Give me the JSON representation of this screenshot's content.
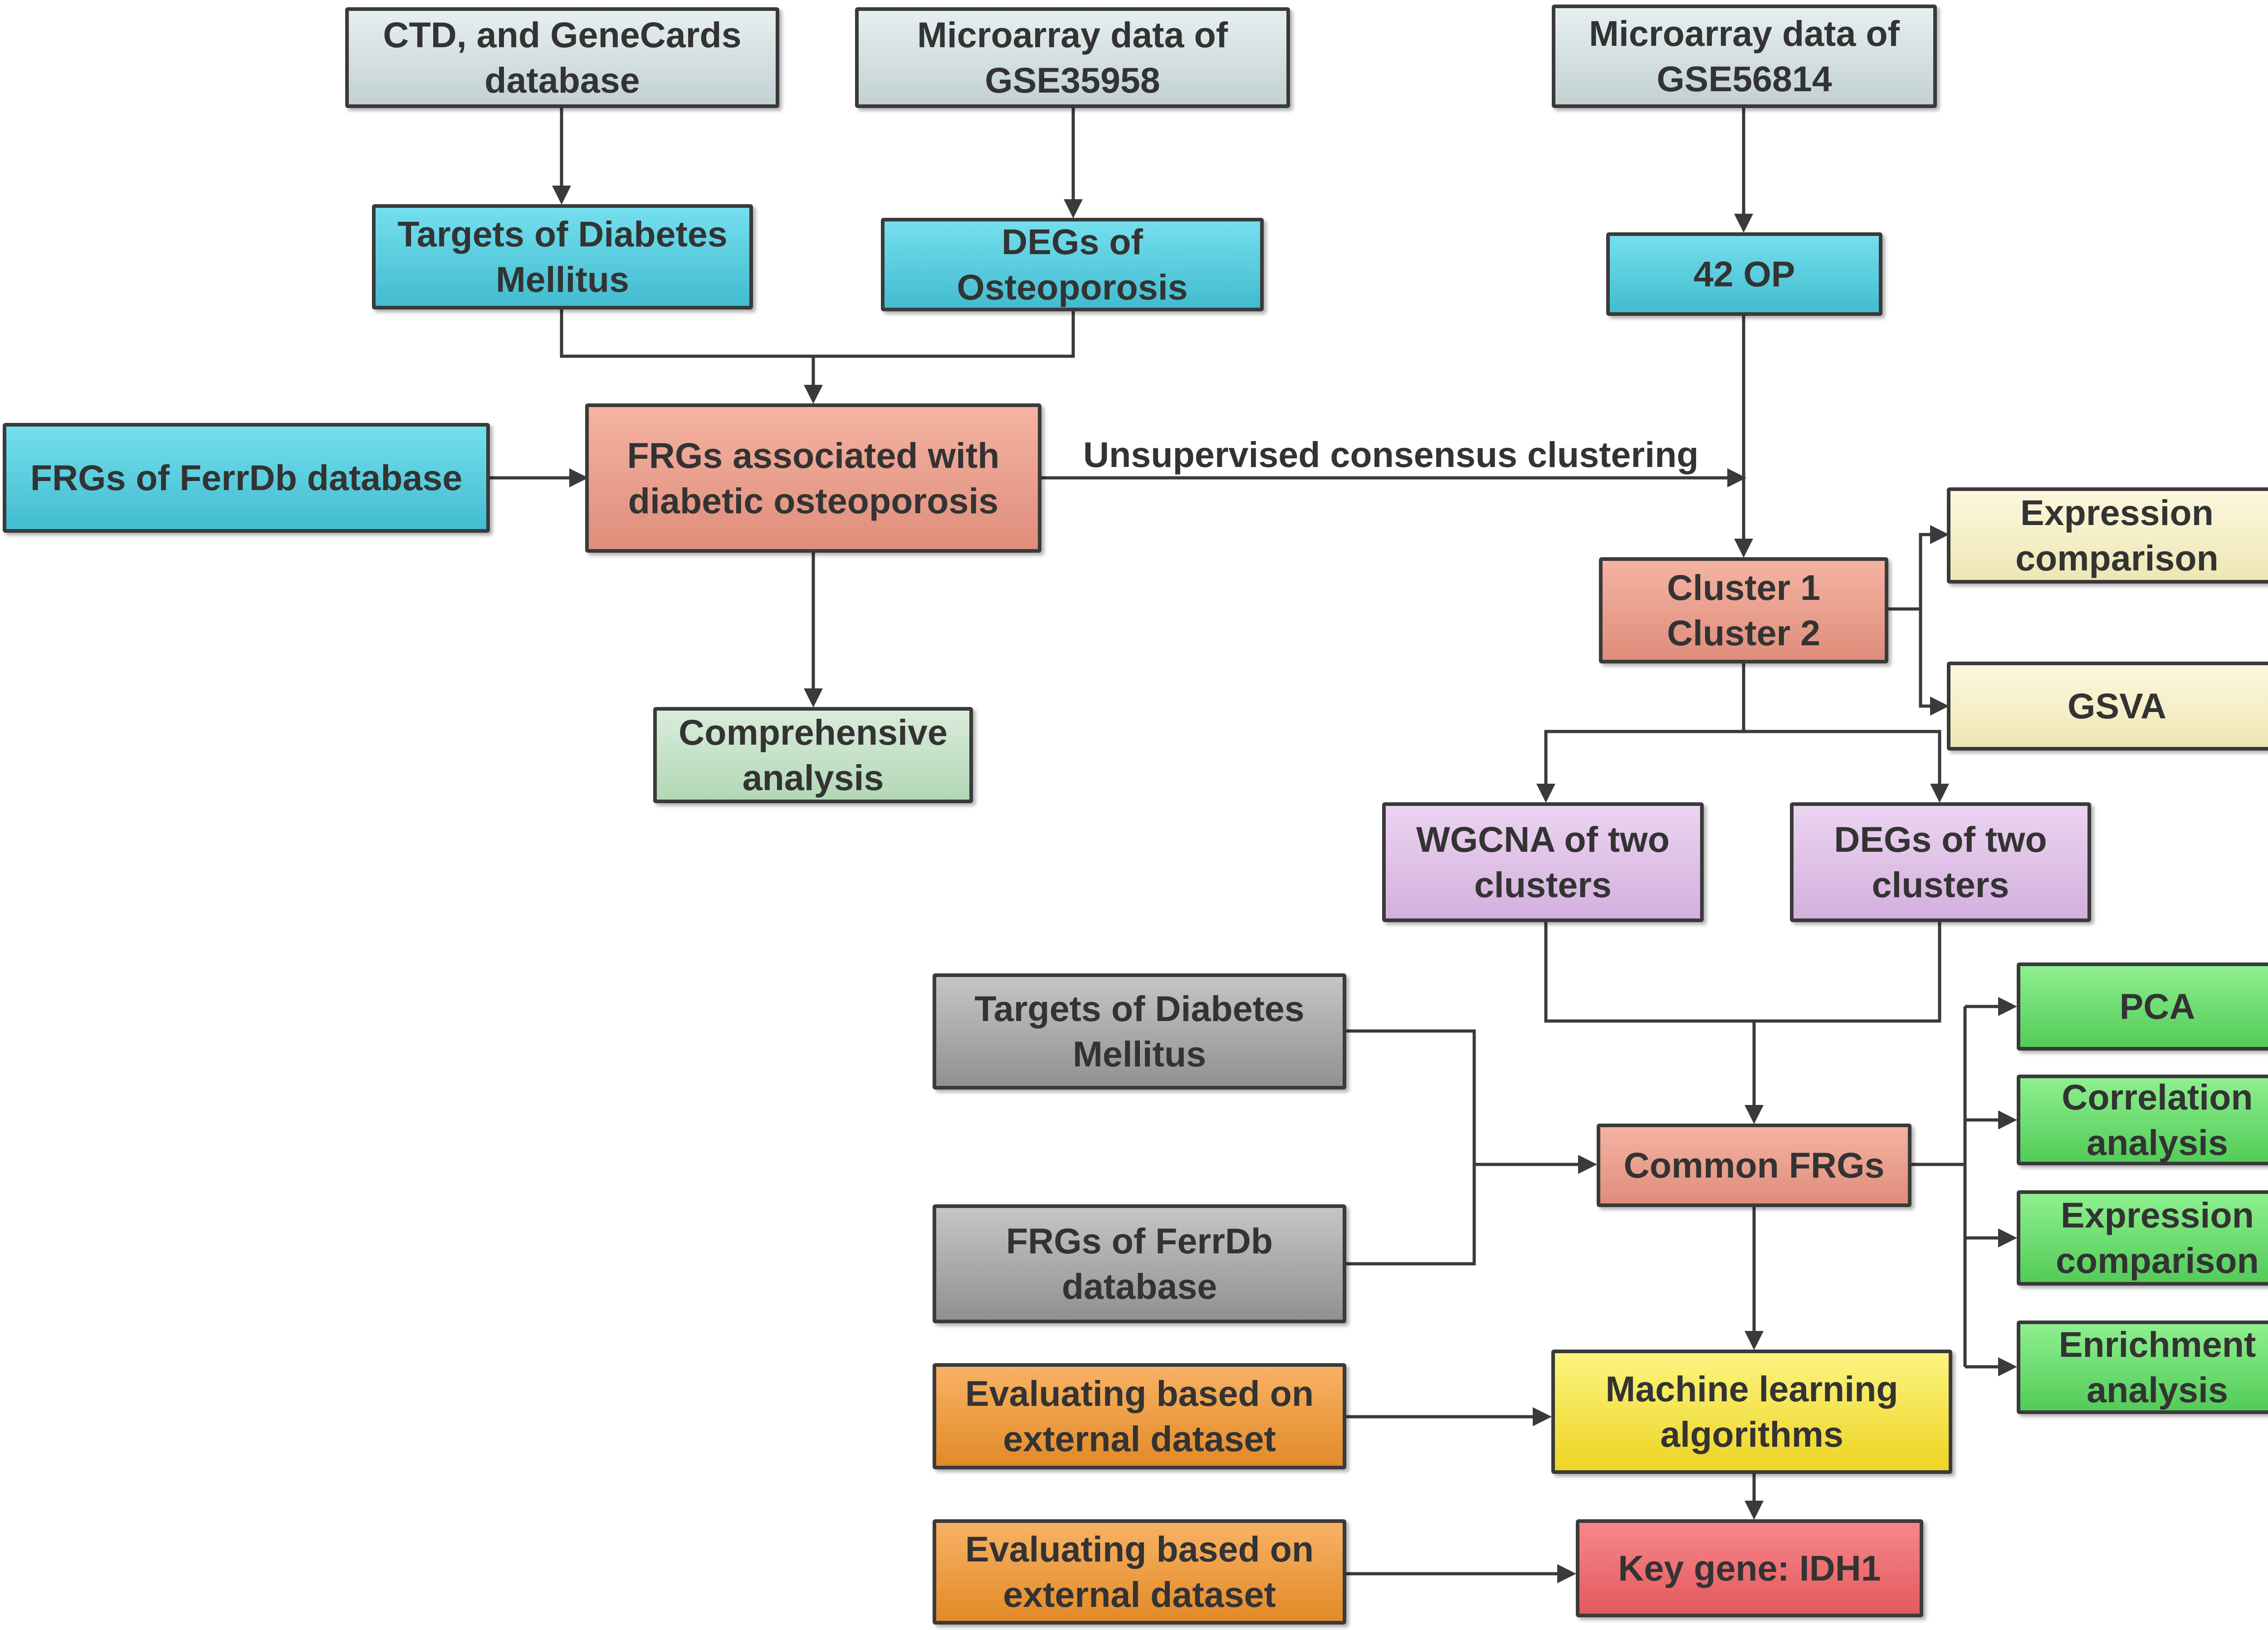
{
  "nodes": {
    "ctd": "CTD, and GeneCards\ndatabase",
    "gse35958": "Microarray data of\nGSE35958",
    "gse56814": "Microarray data of\nGSE56814",
    "targets_dm_top": "Targets of Diabetes\nMellitus",
    "degs_op": "DEGs of\nOsteoporosis",
    "op42": "42 OP",
    "frgs_ferrdb_top": "FRGs of FerrDb database",
    "frgs_assoc": "FRGs associated with\ndiabetic osteoporosis",
    "expr_comp_top": "Expression\ncomparison",
    "clusters": "Cluster 1\nCluster 2",
    "gsva": "GSVA",
    "comprehensive": "Comprehensive\nanalysis",
    "wgcna": "WGCNA of two\nclusters",
    "degs_clusters": "DEGs of two\nclusters",
    "targets_dm_bottom": "Targets of Diabetes\nMellitus",
    "pca": "PCA",
    "correlation": "Correlation\nanalysis",
    "common_frgs": "Common FRGs",
    "frgs_ferrdb_bottom": "FRGs of FerrDb\ndatabase",
    "expr_comp_bottom": "Expression\ncomparison",
    "enrichment": "Enrichment\nanalysis",
    "eval_ext_1": "Evaluating based on\nexternal dataset",
    "ml": "Machine learning\nalgorithms",
    "eval_ext_2": "Evaluating based on\nexternal dataset",
    "key_gene": "Key gene: IDH1"
  },
  "edges": {
    "clustering_label": "Unsupervised consensus clustering"
  }
}
